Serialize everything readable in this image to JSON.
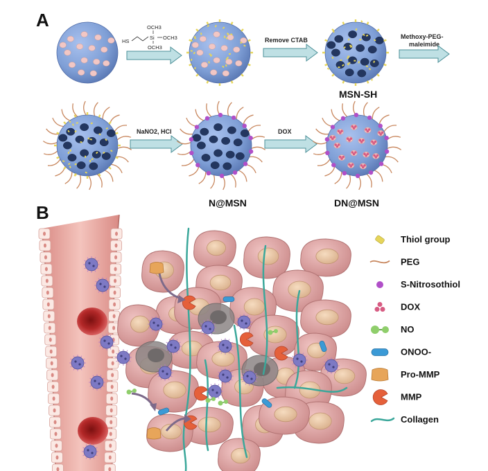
{
  "panels": {
    "a": "A",
    "b": "B"
  },
  "reagents": {
    "thiol_silane": {
      "hs": "HS",
      "si": "Si",
      "och3_top": "OCH3",
      "och3_right": "OCH3",
      "och3_bottom": "OCH3"
    },
    "remove_ctab": "Remove CTAB",
    "methoxy_peg_line1": "Methoxy-PEG-",
    "methoxy_peg_line2": "maleimide",
    "nano2_hcl": "NaNO2, HCl",
    "dox": "DOX"
  },
  "products": {
    "msn_sh": "MSN-SH",
    "n_msn": "N@MSN",
    "dn_msn": "DN@MSN"
  },
  "legend": [
    {
      "icon": "thiol-group-icon",
      "label": "Thiol group"
    },
    {
      "icon": "peg-icon",
      "label": "PEG"
    },
    {
      "icon": "s-nitrosothiol-icon",
      "label": "S-Nitrosothiol"
    },
    {
      "icon": "dox-icon",
      "label": "DOX"
    },
    {
      "icon": "no-molecule-icon",
      "label": "NO"
    },
    {
      "icon": "onoo-icon",
      "label": "ONOO-"
    },
    {
      "icon": "pro-mmp-icon",
      "label": "Pro-MMP"
    },
    {
      "icon": "mmp-icon",
      "label": "MMP"
    },
    {
      "icon": "collagen-icon",
      "label": "Collagen"
    }
  ],
  "colors": {
    "sphere": "#7f9fd6",
    "pore_pink": "#f2c7c5",
    "pore_dark": "#23365f",
    "thiol": "#e6d55a",
    "peg": "#c8875e",
    "s_nitrosothiol": "#b04fc8",
    "dox": "#d75b82",
    "no": "#8fce6b",
    "onoo": "#3b9ad6",
    "pro_mmp": "#e7a55a",
    "mmp": "#e5603a",
    "collagen": "#3aa79a",
    "vessel": "#e9a7a0",
    "cell": "#dca5a5",
    "nucleus": "#e9c8a6"
  }
}
